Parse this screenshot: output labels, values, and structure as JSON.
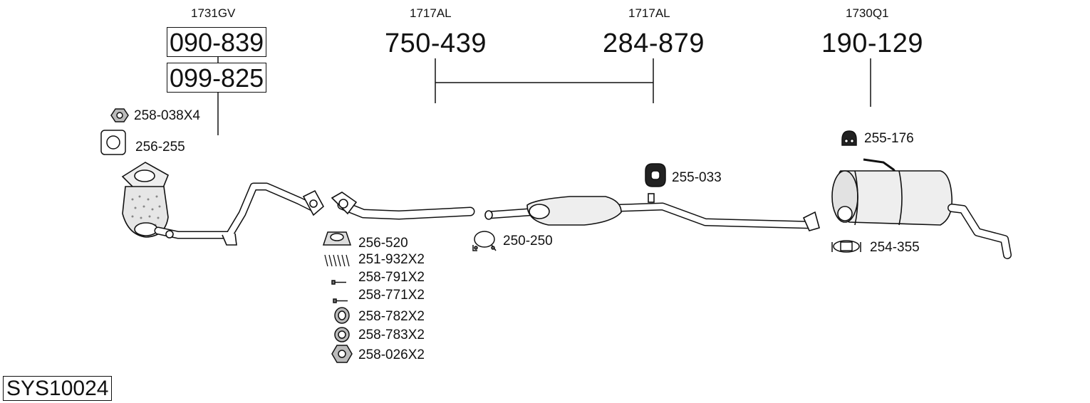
{
  "header_codes": [
    "1731GV",
    "1717AL",
    "1717AL",
    "1730Q1"
  ],
  "main_parts": {
    "catalyst_upper": "090-839",
    "catalyst_lower": "099-825",
    "front_pipe": "750-439",
    "middle_silencer": "284-879",
    "rear_silencer": "190-129"
  },
  "fittings": [
    "258-038X4",
    "256-255",
    "256-520",
    "251-932X2",
    "258-791X2",
    "258-771X2",
    "258-782X2",
    "258-783X2",
    "258-026X2",
    "250-250",
    "255-033",
    "255-176",
    "254-355"
  ],
  "system_code": "SYS10024"
}
